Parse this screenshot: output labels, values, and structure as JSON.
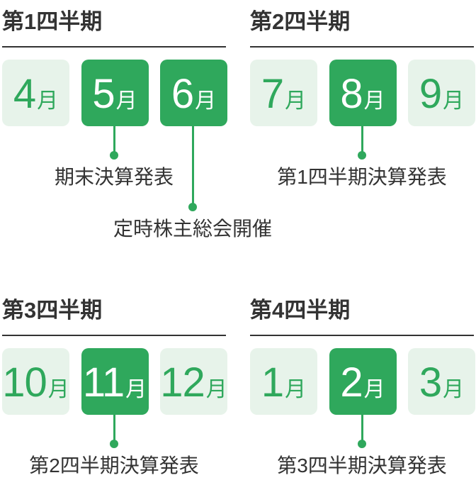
{
  "colors": {
    "accent_green": "#2fa85c",
    "light_green": "#e7f3ea",
    "text_dark": "#333333",
    "active_text": "#ffffff"
  },
  "quarters": [
    {
      "title": "第1四半期",
      "months": [
        {
          "value": "4",
          "suffix": "月",
          "active": false
        },
        {
          "value": "5",
          "suffix": "月",
          "active": true
        },
        {
          "value": "6",
          "suffix": "月",
          "active": true
        }
      ],
      "events": [
        {
          "label": "期末決算発表",
          "month": "5月",
          "stem": "short"
        },
        {
          "label": "定時株主総会開催",
          "month": "6月",
          "stem": "long"
        }
      ]
    },
    {
      "title": "第2四半期",
      "months": [
        {
          "value": "7",
          "suffix": "月",
          "active": false
        },
        {
          "value": "8",
          "suffix": "月",
          "active": true
        },
        {
          "value": "9",
          "suffix": "月",
          "active": false
        }
      ],
      "events": [
        {
          "label": "第1四半期決算発表",
          "month": "8月",
          "stem": "short"
        }
      ]
    },
    {
      "title": "第3四半期",
      "months": [
        {
          "value": "10",
          "suffix": "月",
          "active": false
        },
        {
          "value": "11",
          "suffix": "月",
          "active": true
        },
        {
          "value": "12",
          "suffix": "月",
          "active": false
        }
      ],
      "events": [
        {
          "label": "第2四半期決算発表",
          "month": "11月",
          "stem": "short"
        }
      ]
    },
    {
      "title": "第4四半期",
      "months": [
        {
          "value": "1",
          "suffix": "月",
          "active": false
        },
        {
          "value": "2",
          "suffix": "月",
          "active": true
        },
        {
          "value": "3",
          "suffix": "月",
          "active": false
        }
      ],
      "events": [
        {
          "label": "第3四半期決算発表",
          "month": "2月",
          "stem": "short"
        }
      ]
    }
  ]
}
